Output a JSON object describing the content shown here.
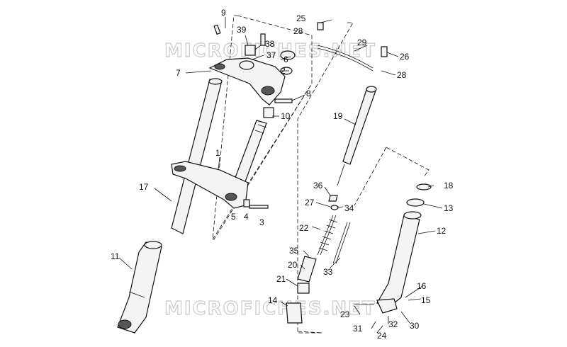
{
  "watermark": "MICROFICHES.NET",
  "callouts": {
    "c1": "1",
    "c2": "2",
    "c3": "3",
    "c4": "4",
    "c5": "5",
    "c6": "6",
    "c7": "7",
    "c8": "8",
    "c9": "9",
    "c10": "10",
    "c11": "11",
    "c12": "12",
    "c13": "13",
    "c14": "14",
    "c15": "15",
    "c16": "16",
    "c17": "17",
    "c18": "18",
    "c19": "19",
    "c20": "20",
    "c21": "21",
    "c22": "22",
    "c23": "23",
    "c24": "24",
    "c25": "25",
    "c26": "26",
    "c27": "27",
    "c28a": "28",
    "c28b": "28",
    "c29": "29",
    "c30": "30",
    "c31": "31",
    "c32": "32",
    "c33": "33",
    "c34": "34",
    "c35": "35",
    "c36": "36",
    "c37": "37",
    "c38": "38",
    "c39": "39"
  }
}
